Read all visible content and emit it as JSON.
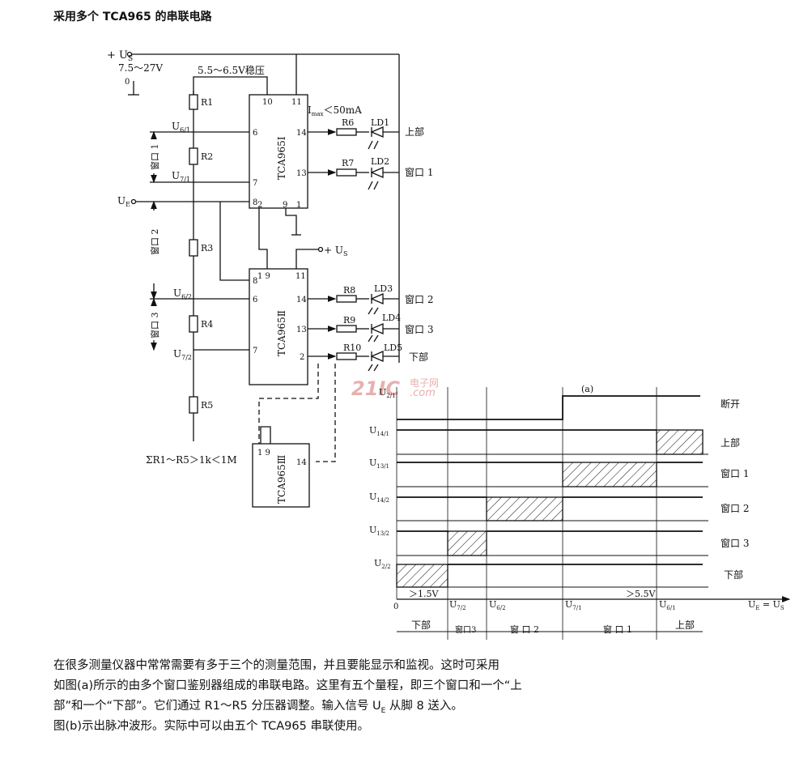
{
  "title": "采用多个 TCA965 的串联电路",
  "circuit": {
    "supply": "+ U",
    "supply_sub": "S",
    "supply_range": "7.5～27V",
    "ground": "0",
    "regulator": "5.5～6.5V稳压",
    "imax": "I",
    "imax_sub": "max",
    "imax_val": "＜50mA",
    "ic1": "TCA965Ⅰ",
    "ic2": "TCA965Ⅱ",
    "ic3": "TCA965Ⅲ",
    "resistors": [
      "R1",
      "R2",
      "R3",
      "R4",
      "R5"
    ],
    "led_resistors": [
      "R6",
      "R7",
      "R8",
      "R9",
      "R10"
    ],
    "leds": [
      "LD1",
      "LD2",
      "LD3",
      "LD4",
      "LD5"
    ],
    "outputs": [
      "上部",
      "窗口 1",
      "窗口 2",
      "窗口 3",
      "下部"
    ],
    "windows": [
      "窗口 1",
      "窗口 2",
      "窗口 3"
    ],
    "u_labels": {
      "u61": "U",
      "u61_sub": "6/1",
      "u71": "U",
      "u71_sub": "7/1",
      "ue": "U",
      "ue_sub": "E",
      "u62": "U",
      "u62_sub": "6/2",
      "u72": "U",
      "u72_sub": "7/2",
      "us2": "+ U",
      "us2_sub": "S"
    },
    "pins": {
      "p10": "10",
      "p11": "11",
      "p6": "6",
      "p14": "14",
      "p13": "13",
      "p7": "7",
      "p8": "8",
      "p2": "2",
      "p9": "9",
      "p1": "1",
      "p19": "1 9",
      "q11": "11",
      "q8": "8",
      "q6": "6",
      "q14": "14",
      "q13": "13",
      "q7": "7",
      "q2": "2",
      "r19": "1 9",
      "r14": "14"
    },
    "sum_note": "ΣR1～R5＞1k＜1M"
  },
  "timing": {
    "label_a": "(a)",
    "row_labels": [
      "断开",
      "上部",
      "窗口 1",
      "窗口 2",
      "窗口 3",
      "下部"
    ],
    "signals": [
      "U",
      "U",
      "U",
      "U",
      "U",
      "U"
    ],
    "signal_subs": [
      "2/1",
      "14/1",
      "13/1",
      "14/2",
      "13/2",
      "2/2"
    ],
    "axis_zero": "0",
    "axis_marks": [
      "U",
      "U",
      "U",
      "U"
    ],
    "axis_mark_subs": [
      "7/2",
      "6/2",
      "7/1",
      "6/1"
    ],
    "axis_end": "U",
    "axis_end_sub": "E",
    "axis_end_eq": " = U",
    "axis_end_sub2": "S",
    "low_thresh": "＞1.5V",
    "high_thresh": "＞5.5V",
    "zones": [
      "下部",
      "窗口3",
      "窗 口 2",
      "窗 口 1",
      "上部"
    ]
  },
  "watermark": {
    "main": "21IC",
    "cn": "电子网",
    "en": ".com"
  },
  "body_lines": [
    "在很多测量仪器中常常需要有多于三个的测量范围，并且要能显示和监视。这时可采用",
    "如图(a)所示的由多个窗口鉴别器组成的串联电路。这里有五个量程，即三个窗口和一个“上",
    "部”和一个“下部”。它们通过 R1～R5 分压器调整。输入信号 U",
    "E",
    " 从脚 8 送入。",
    "图(b)示出脉冲波形。实际中可以由五个 TCA965 串联使用。"
  ]
}
